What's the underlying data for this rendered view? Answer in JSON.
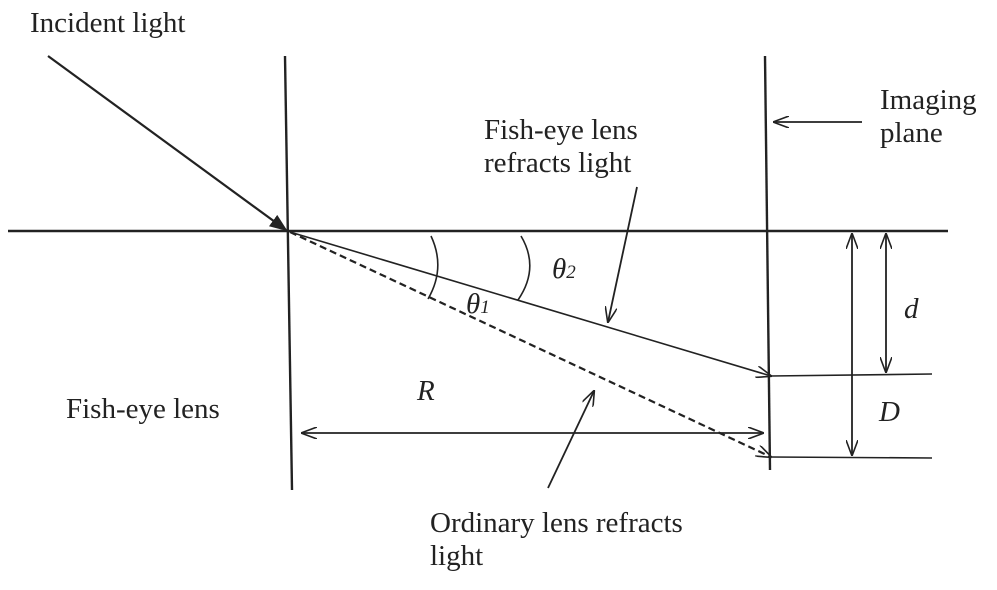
{
  "labels": {
    "incident": "Incident light",
    "imaging_line1": "Imaging",
    "imaging_line2": "plane",
    "fisheye_refracts_line1": "Fish-eye lens",
    "fisheye_refracts_line2": "refracts light",
    "ordinary_line1": "Ordinary lens refracts",
    "ordinary_line2": "light",
    "lens": "Fish-eye lens"
  },
  "symbols": {
    "theta": "θ",
    "theta2_sub": "2",
    "theta1_sub": "1",
    "d": "d",
    "D": "D",
    "R": "R"
  },
  "colors": {
    "ink": "#222222",
    "background": "#ffffff"
  }
}
